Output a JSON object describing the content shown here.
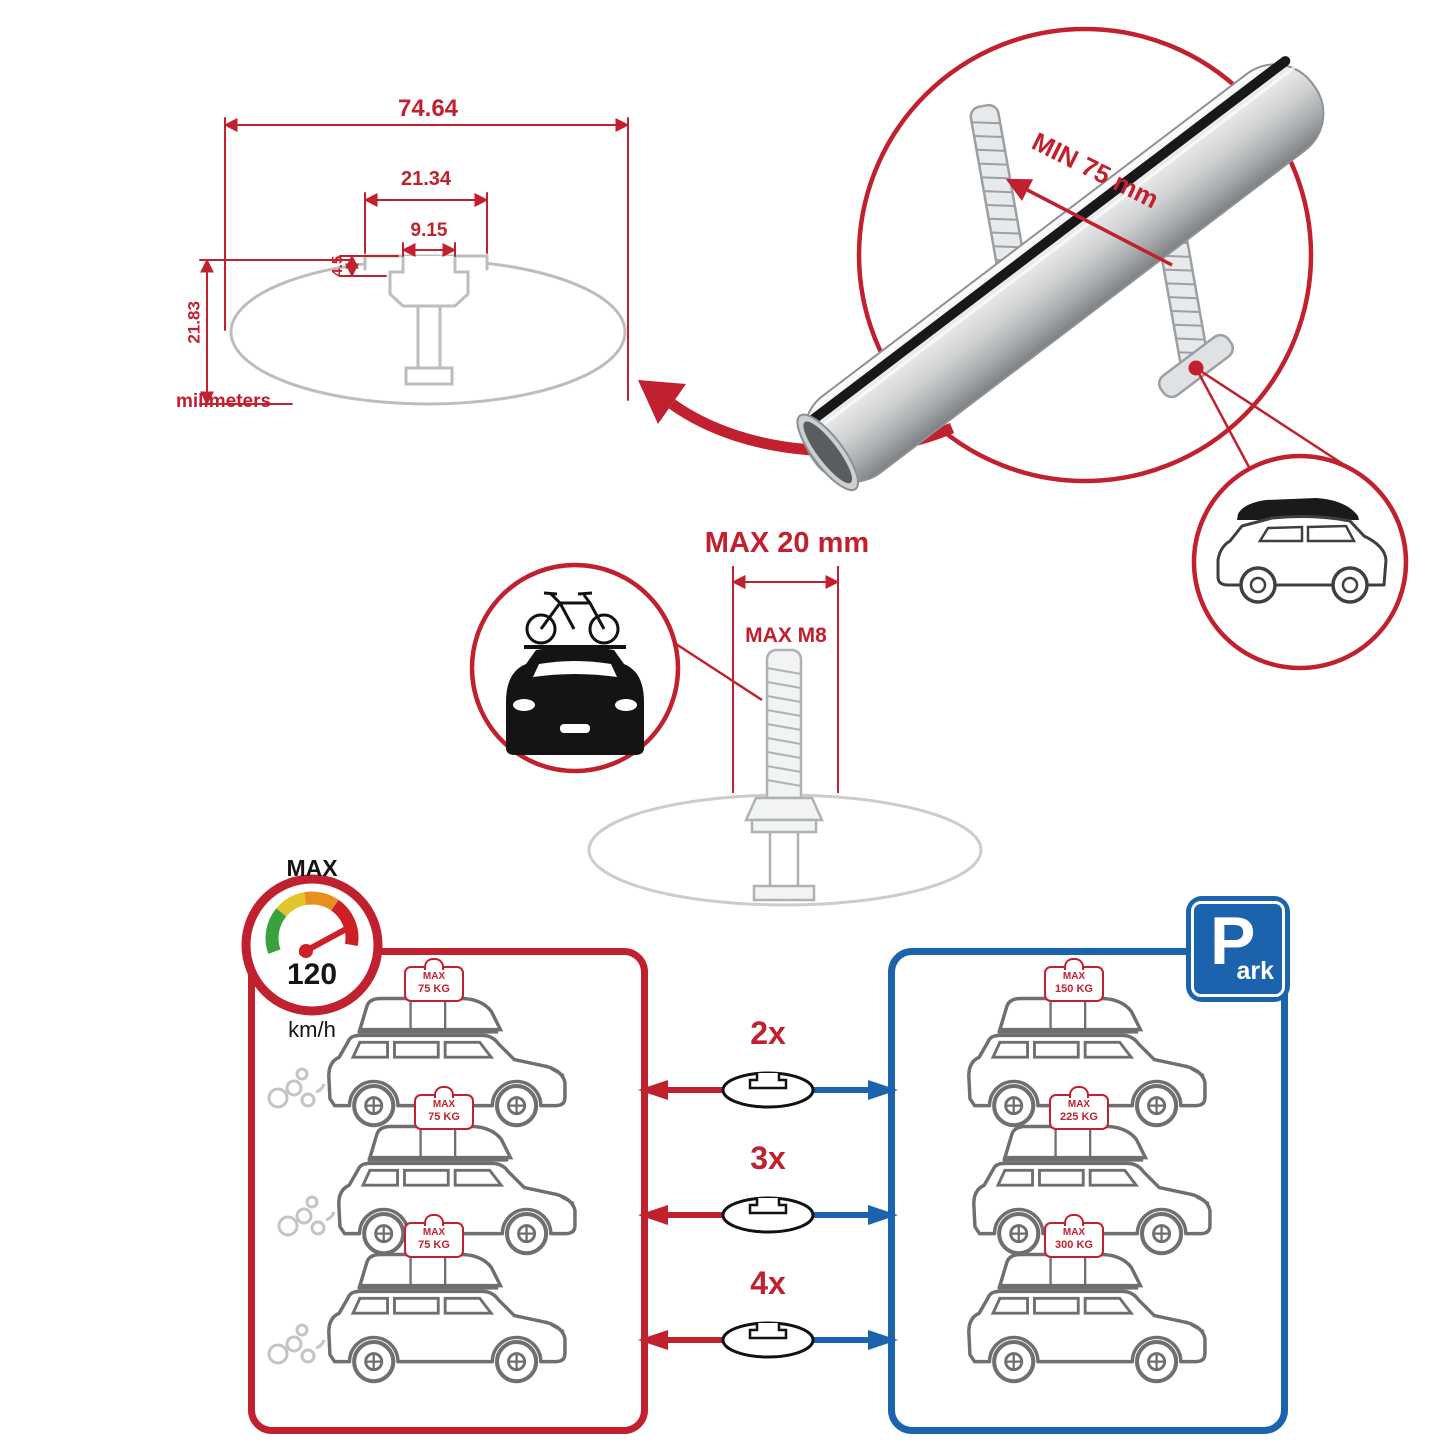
{
  "colors": {
    "red": "#c1202e",
    "blue": "#1b63ad",
    "line_gray": "#bdbdbd",
    "silver": "#cfd1d2",
    "black": "#1a1a1a",
    "gauge": [
      "#3aa13f",
      "#e2c52b",
      "#e8901f",
      "#cf1f26"
    ]
  },
  "technical_drawing": {
    "total_width": "74.64",
    "channel_width": "21.34",
    "slot_width": "9.15",
    "slot_depth": "4.5",
    "total_height": "21.83",
    "units": "milimeters"
  },
  "crossbar_detail": {
    "min_clearance": "MIN 75 mm"
  },
  "bolt_detail": {
    "max_length": "MAX 20 mm",
    "max_thread": "MAX M8"
  },
  "speed_limit": {
    "label": "MAX",
    "value": "120",
    "unit": "km/h"
  },
  "driving_panel": {
    "cars": [
      {
        "tag_label": "MAX",
        "tag_weight": "75 KG"
      },
      {
        "tag_label": "MAX",
        "tag_weight": "75 KG"
      },
      {
        "tag_label": "MAX",
        "tag_weight": "75 KG"
      }
    ]
  },
  "crossbar_counts": [
    {
      "count": "2x"
    },
    {
      "count": "3x"
    },
    {
      "count": "4x"
    }
  ],
  "parked_panel": {
    "park_sign": {
      "letter": "P",
      "suffix": "ark"
    },
    "cars": [
      {
        "tag_label": "MAX",
        "tag_weight": "150 KG"
      },
      {
        "tag_label": "MAX",
        "tag_weight": "225 KG"
      },
      {
        "tag_label": "MAX",
        "tag_weight": "300 KG"
      }
    ]
  }
}
